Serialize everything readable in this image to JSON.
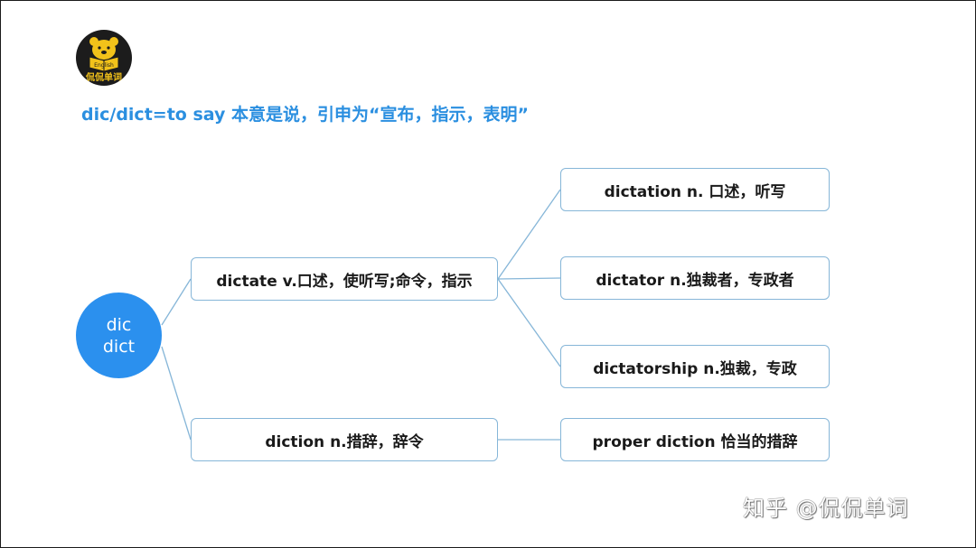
{
  "logo": {
    "text": "侃侃单词",
    "badge": "English"
  },
  "title": "dic/dict=to say 本意是说，引申为“宣布，指示，表明”",
  "root": {
    "line1": "dic",
    "line2": "dict"
  },
  "branches": [
    {
      "label": "dictate v.口述，使听写;命令，指示",
      "children": [
        "dictation n. 口述，听写",
        "dictator n.独裁者，专政者",
        "dictatorship n.独裁，专政"
      ]
    },
    {
      "label": "diction n.措辞，辞令",
      "children": [
        "proper diction 恰当的措辞"
      ]
    }
  ],
  "watermark": "知乎 @侃侃单词",
  "colors": {
    "title": "#2b8fe0",
    "root_fill": "#2b90ee",
    "node_border": "#86b6d8",
    "connector": "#86b6d8"
  }
}
